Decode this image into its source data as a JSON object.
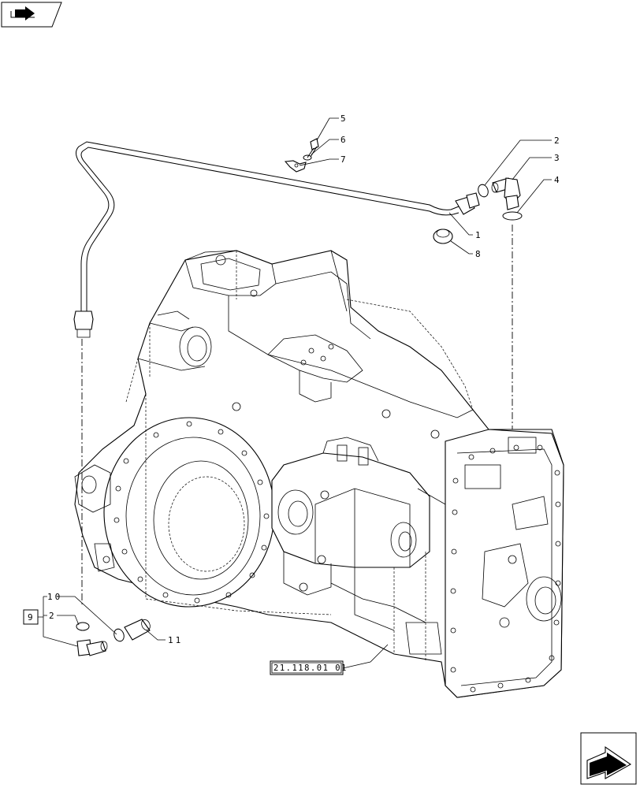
{
  "diagram": {
    "callouts": [
      {
        "id": "c1",
        "text": "1"
      },
      {
        "id": "c2",
        "text": "2"
      },
      {
        "id": "c3",
        "text": "3"
      },
      {
        "id": "c4",
        "text": "4"
      },
      {
        "id": "c5",
        "text": "5"
      },
      {
        "id": "c6",
        "text": "6"
      },
      {
        "id": "c7",
        "text": "7"
      },
      {
        "id": "c8",
        "text": "8"
      },
      {
        "id": "c9",
        "text": "9"
      },
      {
        "id": "c10",
        "text": "10"
      },
      {
        "id": "c2b",
        "text": "2"
      },
      {
        "id": "c11",
        "text": "11"
      }
    ],
    "reference_box": "21.118.01 01"
  },
  "icons": {
    "top_left": "book-arrow-icon",
    "bottom_right": "next-page-arrow-icon"
  }
}
